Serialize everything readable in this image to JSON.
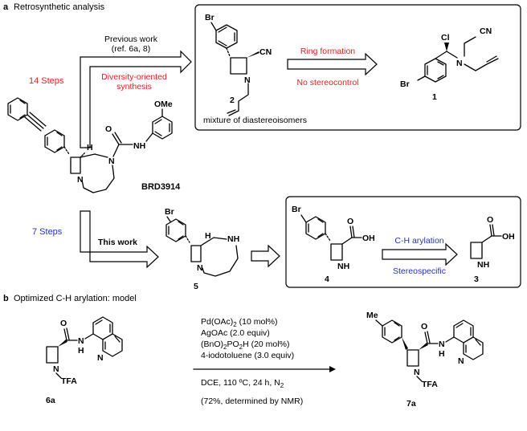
{
  "panel_a": {
    "letter": "a",
    "title": "Retrosynthetic analysis",
    "previous_work_line1": "Previous work",
    "previous_work_line2": "(ref. 6a, 8)",
    "steps_top": "14 Steps",
    "dos_line1": "Diversity-oriented",
    "dos_line2": "synthesis",
    "ring_formation": "Ring formation",
    "no_stereocontrol": "No stereocontrol",
    "mixture_label": "mixture of diastereoisomers",
    "compound_2": "2",
    "compound_1": "1",
    "brd_label": "BRD3914",
    "steps_bottom": "7 Steps",
    "this_work": "This work",
    "compound_5": "5",
    "compound_4": "4",
    "compound_3": "3",
    "ch_arylation": "C-H arylation",
    "stereospecific": "Stereospecific",
    "atom_br": "Br",
    "atom_cn": "CN",
    "atom_cl": "Cl",
    "atom_n": "N",
    "atom_h": "H",
    "atom_o": "O",
    "atom_oh": "OH",
    "atom_nh": "NH",
    "atom_ome": "OMe"
  },
  "panel_b": {
    "letter": "b",
    "title": "Optimized C-H arylation: model",
    "cond1_main": "Pd(OAc)",
    "cond1_sub": "2",
    "cond1_tail": " (10 mol%)",
    "cond2": "AgOAc (2.0 equiv)",
    "cond3_a": "(BnO)",
    "cond3_sub1": "2",
    "cond3_b": "PO",
    "cond3_sub2": "2",
    "cond3_c": "H (20 mol%)",
    "cond4": "4-iodotoluene (3.0 equiv)",
    "cond5_main": "DCE, 110 ºC, 24 h, N",
    "cond5_sub": "2",
    "yield_note": "(72%, determined by NMR)",
    "compound_6a": "6a",
    "compound_7a": "7a",
    "atom_tfa": "TFA",
    "atom_me": "Me",
    "atom_o": "O",
    "atom_n": "N",
    "atom_h": "H"
  },
  "colors": {
    "red_text": "#e02020",
    "blue_text": "#2233bb",
    "black": "#000000"
  }
}
